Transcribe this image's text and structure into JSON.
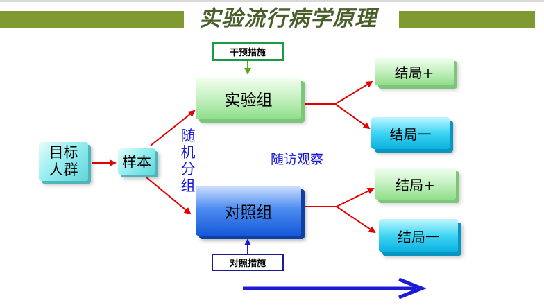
{
  "slide": {
    "title": "实验流行病学原理",
    "colors": {
      "title_bar": "#7f9a31",
      "title_text": "#4a5e2a",
      "arrow_red": "#e30000",
      "arrow_green": "#5aa81e",
      "arrow_blue": "#1a1ad8",
      "text_blue": "#1a1ad8"
    }
  },
  "nodes": {
    "target_population": "目标人群",
    "sample": "样本",
    "experimental_group": "实验组",
    "control_group": "对照组",
    "intervention": "干预措施",
    "control_measure": "对照措施",
    "outcome_exp_positive": "结局+",
    "outcome_exp_negative": "结局一",
    "outcome_ctrl_positive": "结局+",
    "outcome_ctrl_negative": "结局一"
  },
  "annotations": {
    "randomization": "随机分组",
    "follow_up": "随访观察"
  }
}
